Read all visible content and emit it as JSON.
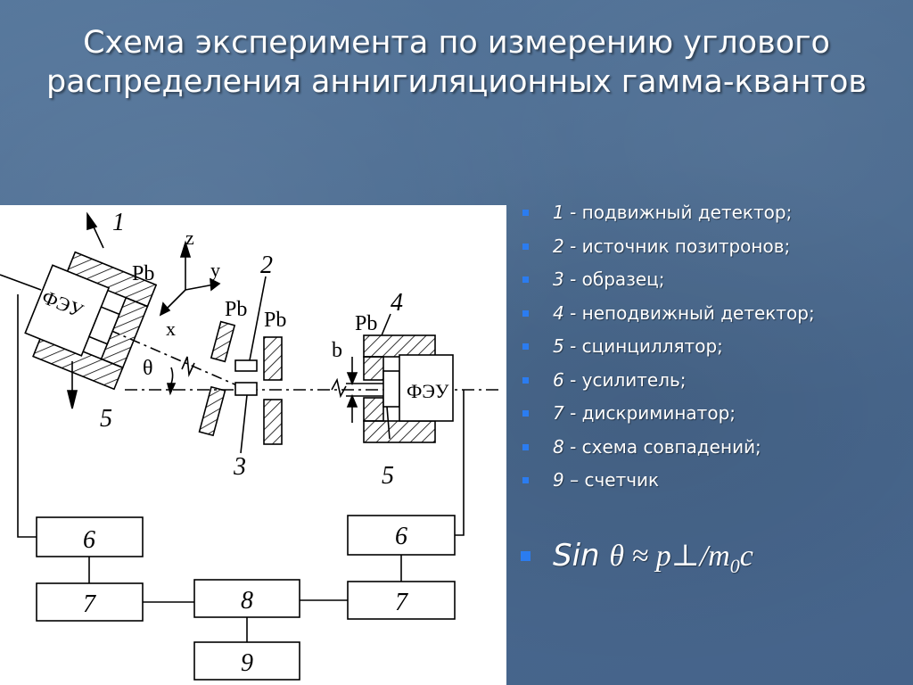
{
  "slide": {
    "title_line1": "Схема эксперимента по измерению углового",
    "title_line2": "распределения аннигиляционных гамма-квантов"
  },
  "legend": [
    {
      "num": "1",
      "text": " - подвижный детектор;"
    },
    {
      "num": "2",
      "text": " - источник позитронов;"
    },
    {
      "num": "3",
      "text": " - образец;"
    },
    {
      "num": "4",
      "text": " - неподвижный детектор;"
    },
    {
      "num": "5",
      "text": " - сцинциллятор;"
    },
    {
      "num": "6",
      "text": " - усилитель;"
    },
    {
      "num": "7",
      "text": " - дискриминатор;"
    },
    {
      "num": "8",
      "text": " - схема совпадений;"
    },
    {
      "num": "9",
      "text": " – счетчик"
    }
  ],
  "formula": {
    "sin": "Sin ",
    "expr": "θ ≈ p⊥/m",
    "sub": "0",
    "tail": "c"
  },
  "diagram": {
    "labels": {
      "n1": "1",
      "n2": "2",
      "n3": "3",
      "n4": "4",
      "n5_left": "5",
      "n5_right": "5",
      "pb_left": "Pb",
      "pb_mid1": "Pb",
      "pb_mid2": "Pb",
      "pb_right": "Pb",
      "feu_left": "ФЭУ",
      "feu_right": "ФЭУ",
      "axis_z": "z",
      "axis_y": "y",
      "axis_x": "x",
      "theta": "θ",
      "b": "b"
    },
    "blocks": {
      "amp_left": "6",
      "amp_right": "6",
      "disc_left": "7",
      "disc_right": "7",
      "coincidence": "8",
      "counter": "9"
    }
  },
  "colors": {
    "bullet": "#2b7cf0",
    "background": "#4f6d91",
    "diagram_bg": "#ffffff"
  }
}
